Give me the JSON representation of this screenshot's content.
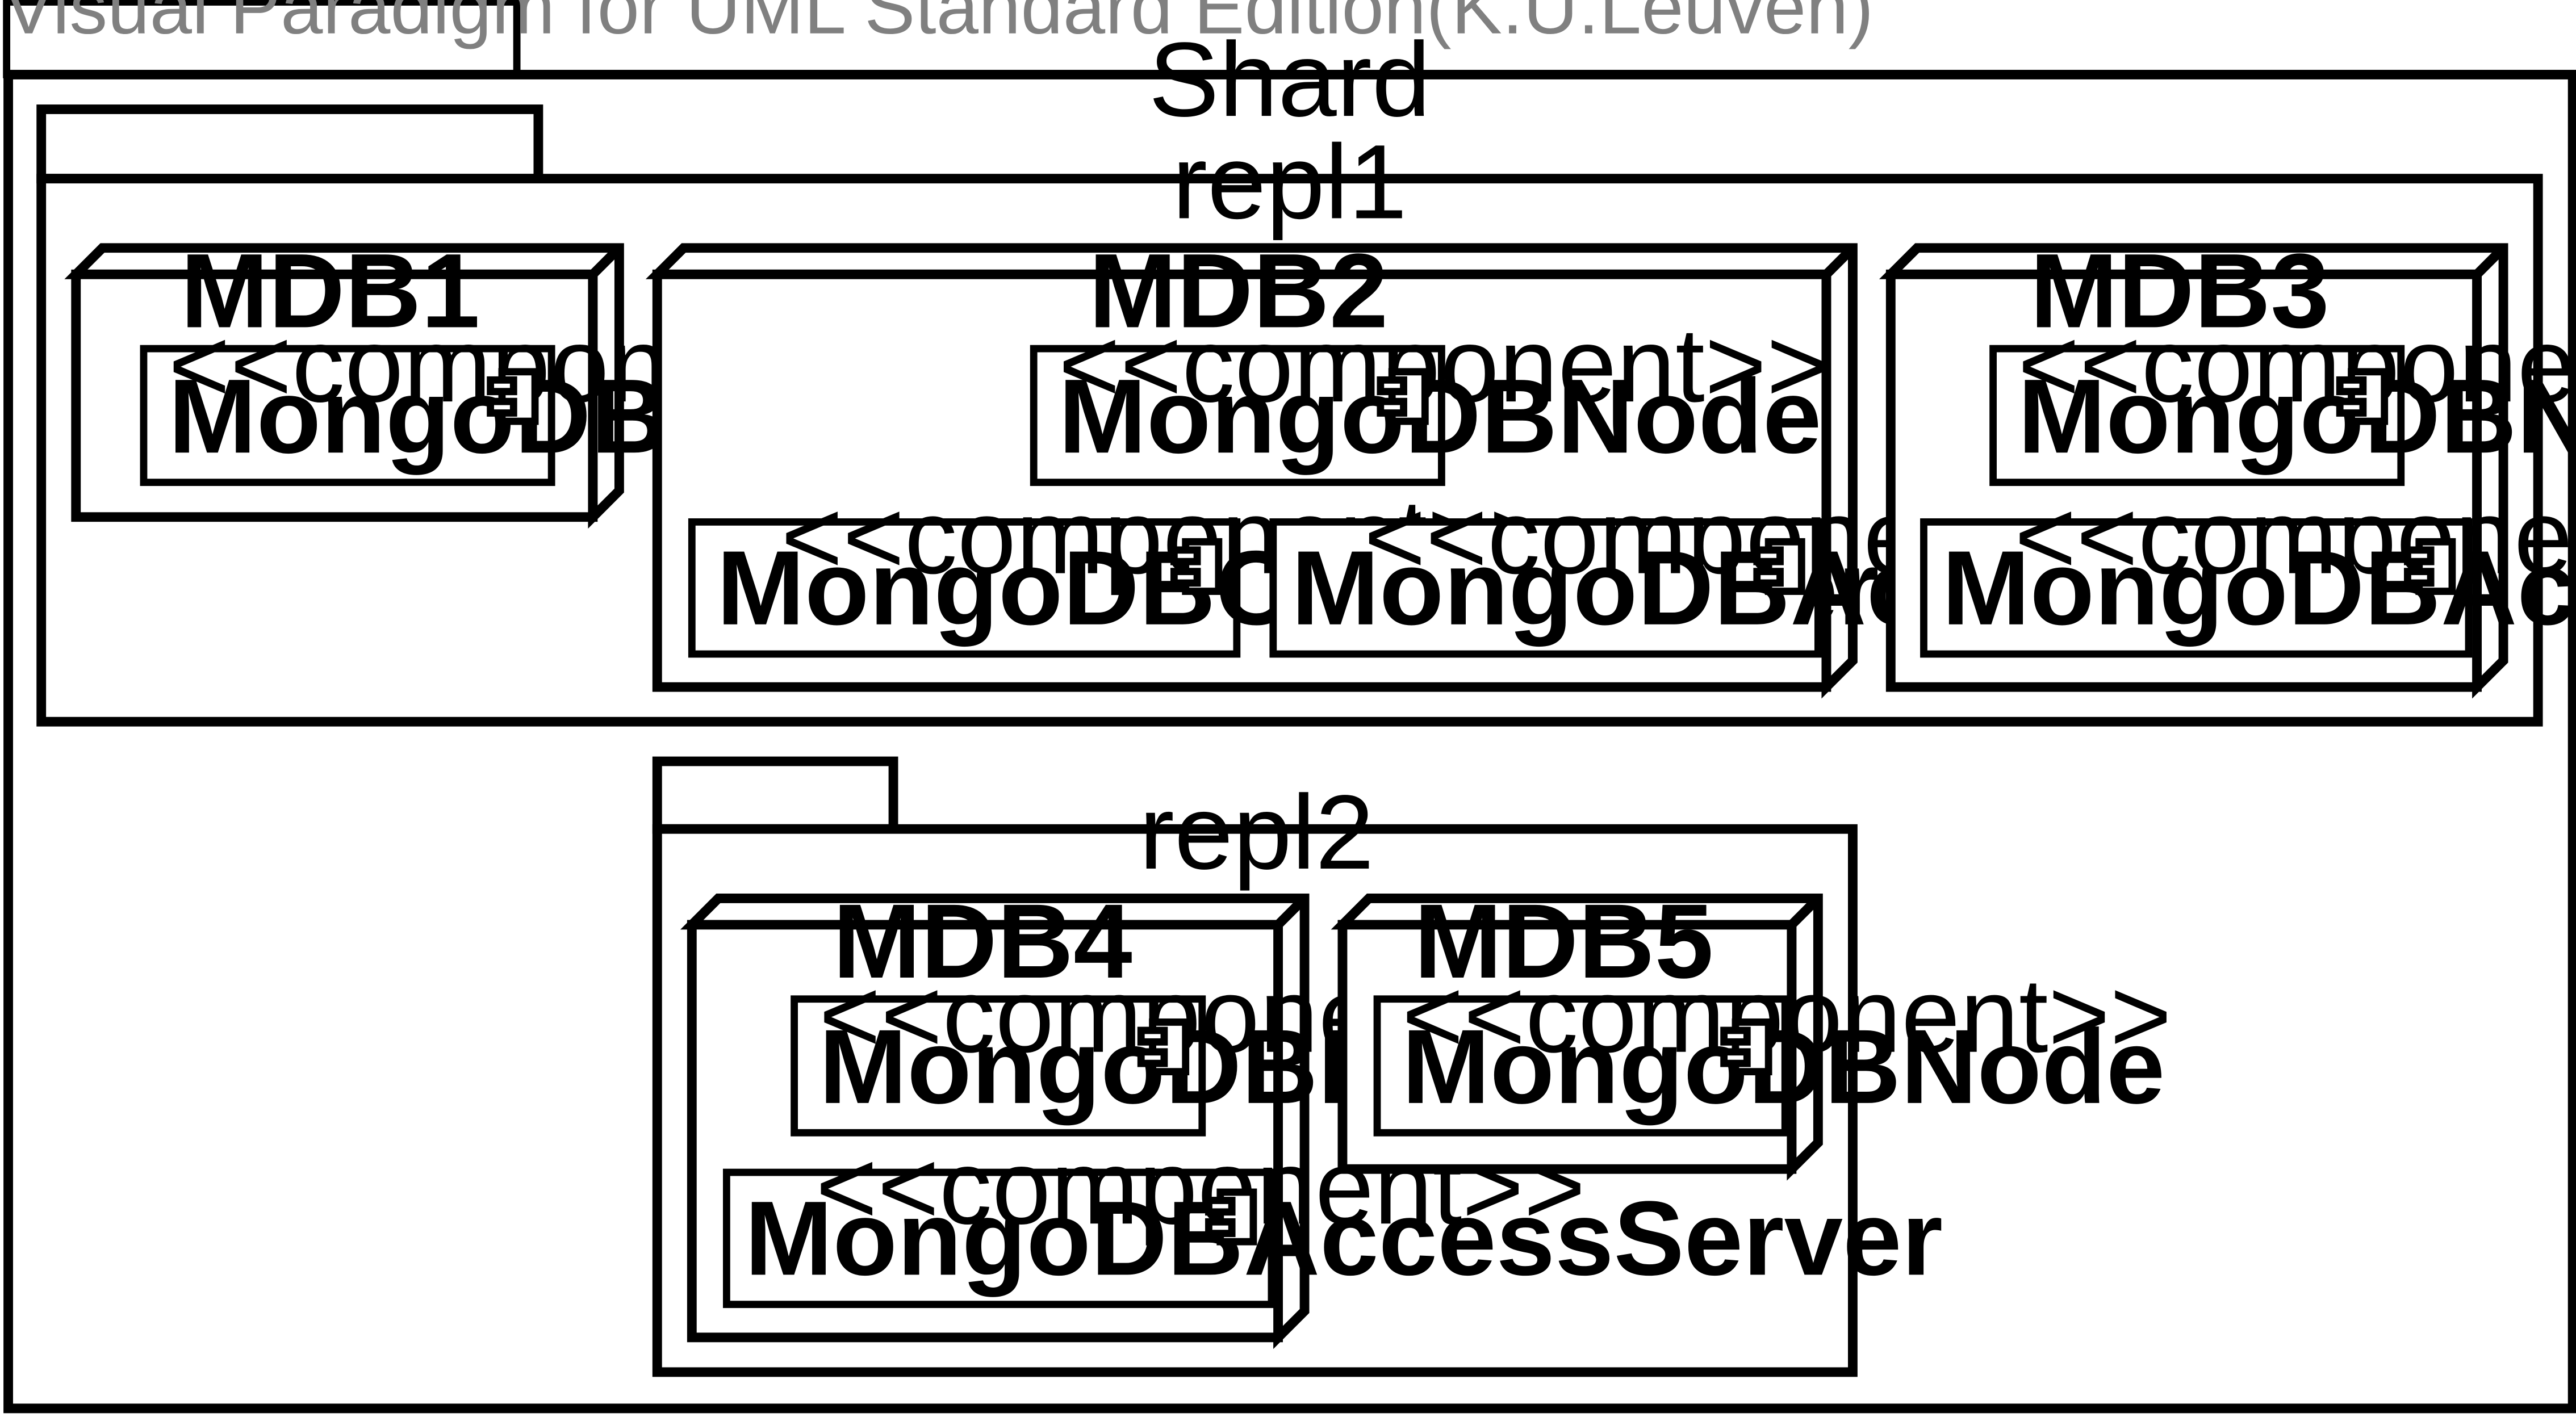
{
  "watermark": "Visual Paradigm for UML Standard Edition(K.U.Leuven)",
  "outer_package": {
    "name": "Shard"
  },
  "packages": [
    {
      "name": "repl1"
    },
    {
      "name": "repl2"
    }
  ],
  "stereotype": "<<component>>",
  "icon": "component-icon",
  "nodes": [
    {
      "name": "MDB1",
      "package": "repl1",
      "components": [
        {
          "name": "MongoDBNode"
        }
      ]
    },
    {
      "name": "MDB2",
      "package": "repl1",
      "components": [
        {
          "name": "MongoDBNode"
        },
        {
          "name": "MongoDBConfigServer"
        },
        {
          "name": "MongoDBAccessServer"
        }
      ]
    },
    {
      "name": "MDB3",
      "package": "repl1",
      "components": [
        {
          "name": "MongoDBNode"
        },
        {
          "name": "MongoDBAccessServer"
        }
      ]
    },
    {
      "name": "MDB4",
      "package": "repl2",
      "components": [
        {
          "name": "MongoDBNode"
        },
        {
          "name": "MongoDBAccessServer"
        }
      ]
    },
    {
      "name": "MDB5",
      "package": "repl2",
      "components": [
        {
          "name": "MongoDBNode"
        }
      ]
    }
  ]
}
